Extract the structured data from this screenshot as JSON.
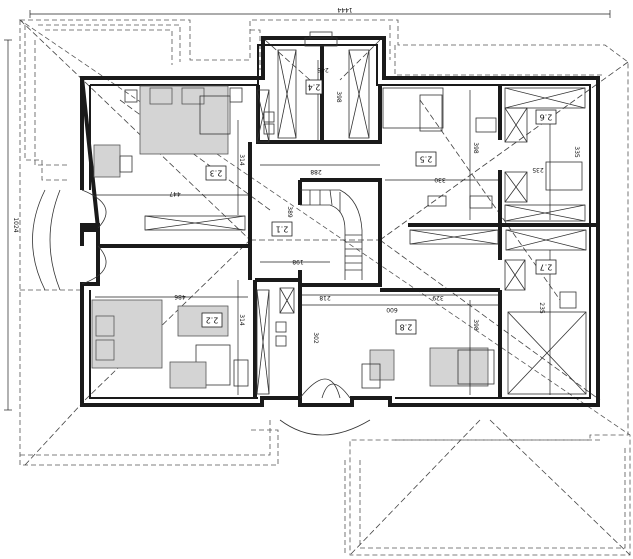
{
  "rooms": [
    {
      "id": "2.1",
      "label": "2.1"
    },
    {
      "id": "2.2",
      "label": "2.2"
    },
    {
      "id": "2.3",
      "label": "2.3"
    },
    {
      "id": "2.4",
      "label": "2.4"
    },
    {
      "id": "2.5",
      "label": "2.5"
    },
    {
      "id": "2.6",
      "label": "2.6"
    },
    {
      "id": "2.7",
      "label": "2.7"
    },
    {
      "id": "2.8",
      "label": "2.8"
    }
  ],
  "dimensions": {
    "overall_width": "1444",
    "overall_height": "1024",
    "d246": "246",
    "d398": "398",
    "d314a": "314",
    "d314b": "314",
    "d447": "447",
    "d288": "288",
    "d389": "389",
    "d330": "330",
    "d398b": "398",
    "d235a": "235",
    "d335": "335",
    "d198": "198",
    "d218": "218",
    "d329": "329",
    "d600": "600",
    "d486": "486",
    "d302": "302",
    "d398c": "398",
    "d235b": "235"
  },
  "colors": {
    "wall": "#1a1a1a",
    "furniture_fill": "#d4d4d4",
    "roof_line": "#555555"
  }
}
